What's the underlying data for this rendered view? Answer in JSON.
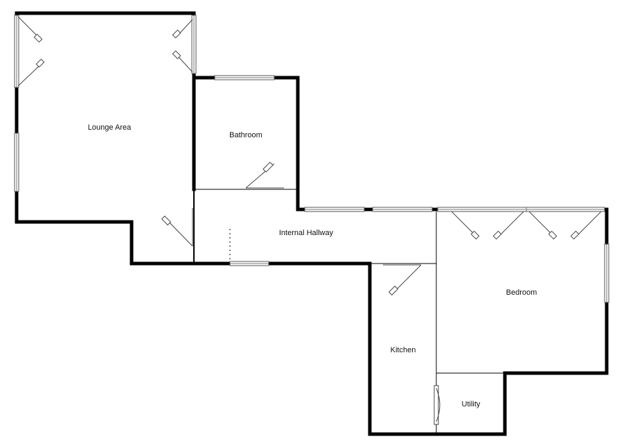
{
  "floorplan": {
    "rooms": [
      {
        "id": "lounge",
        "label": "Lounge Area"
      },
      {
        "id": "bathroom",
        "label": "Bathroom"
      },
      {
        "id": "hallway",
        "label": "Internal Hallway"
      },
      {
        "id": "bedroom",
        "label": "Bedroom"
      },
      {
        "id": "kitchen",
        "label": "Kitchen"
      },
      {
        "id": "utility",
        "label": "Utility"
      }
    ],
    "colors": {
      "wall": "#000000",
      "background": "#ffffff",
      "fixture": "#444444"
    }
  }
}
